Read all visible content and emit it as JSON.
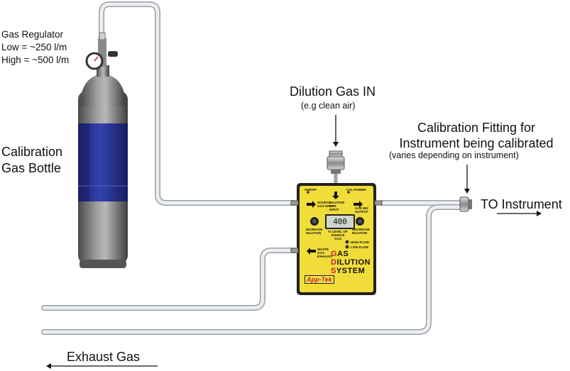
{
  "labels": {
    "regulator": {
      "title": "Gas Regulator",
      "low": "Low  = ~250 l/m",
      "high": "High = ~500 l/m"
    },
    "bottle": {
      "line1": "Calibration",
      "line2": "Gas Bottle"
    },
    "dilution_gas": {
      "title": "Dilution Gas IN",
      "note": "(e.g clean air)"
    },
    "calibration_fitting": {
      "line1": "Calibration Fitting for",
      "line2": "Instrument being calibrated",
      "note": "(varies depending on instrument)"
    },
    "to_instrument": "TO Instrument",
    "exhaust": "Exhaust Gas"
  },
  "device": {
    "display_value": "400",
    "title_lines": [
      {
        "initial": "G",
        "rest": "AS"
      },
      {
        "initial": "D",
        "rest": "ILUTION"
      },
      {
        "initial": "S",
        "rest": "YSTEM"
      }
    ],
    "brand": "App-Tek",
    "small_labels": {
      "inlet_top_left": "ON/OFF",
      "inlet_top_right": "CAL POWER",
      "source_gas_in": "SOURCE GAS INPUT",
      "dilution_gas_input": "DILUTION GAS INPUT",
      "gas_out": "GAS MIX OUTPUT",
      "increase": "INCREASE DILUTION",
      "decrease": "DECREASE DILUTION",
      "percent": "% LEVEL OF SOURCE GAS",
      "waste": "WASTE GAS EXHAUST",
      "high_flow": "HIGH FLOW",
      "low_flow": "LOW FLOW"
    }
  },
  "colors": {
    "cylinder": "#6f6f6f",
    "cylinder_band": "#26329a",
    "device_body": "#f1dd3a",
    "tube": "#e4e6e8",
    "tube_edge": "#9aa0a6"
  }
}
